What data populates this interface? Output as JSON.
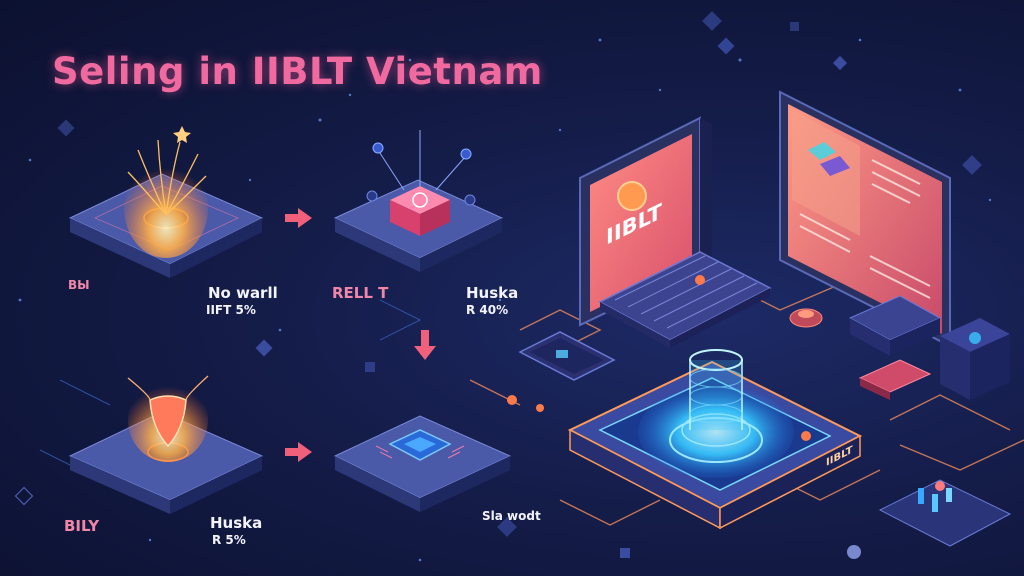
{
  "title": "Seling in IIBLT Vietnam",
  "labels": {
    "step1_title": "No warll",
    "step1_sub": "IIFT 5%",
    "step1_left": "ВЫ",
    "step2_title": "RELL T",
    "step3_title": "Huska",
    "step3_sub": "R 40%",
    "step4_left": "BILY",
    "step4_title": "Huska",
    "step4_sub": "R 5%",
    "step5_title": "Sla wodt"
  },
  "monitor": {
    "screen_text": "IIBLT"
  },
  "base": {
    "side_text": "IIBLT"
  },
  "colors": {
    "background": "#141c48",
    "title": "#f06aa0",
    "arrow": "#f0607a",
    "platform_top": "#4a5aa8",
    "platform_side": "#232d66",
    "glow_blue": "#38c8ff",
    "glow_orange": "#ffb04a"
  }
}
